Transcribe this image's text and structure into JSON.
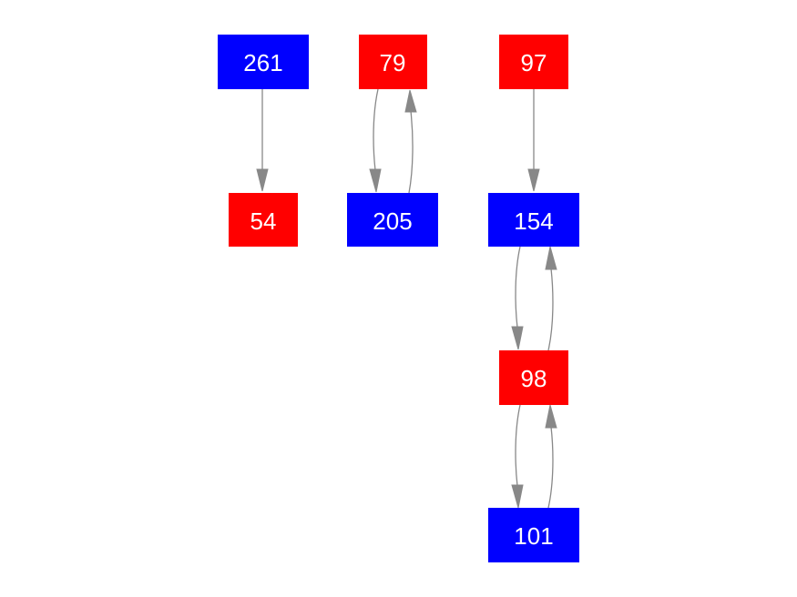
{
  "colors": {
    "red": "#ff0000",
    "blue": "#0000ff",
    "edge": "#888888",
    "label": "#ffffff",
    "background": "#ffffff"
  },
  "nodes": [
    {
      "id": "n261",
      "label": "261",
      "color": "blue"
    },
    {
      "id": "n54",
      "label": "54",
      "color": "red"
    },
    {
      "id": "n79",
      "label": "79",
      "color": "red"
    },
    {
      "id": "n205",
      "label": "205",
      "color": "blue"
    },
    {
      "id": "n97",
      "label": "97",
      "color": "red"
    },
    {
      "id": "n154",
      "label": "154",
      "color": "blue"
    },
    {
      "id": "n98",
      "label": "98",
      "color": "red"
    },
    {
      "id": "n101",
      "label": "101",
      "color": "blue"
    }
  ],
  "edges": [
    {
      "from": "261",
      "to": "54"
    },
    {
      "from": "79",
      "to": "205"
    },
    {
      "from": "205",
      "to": "79"
    },
    {
      "from": "97",
      "to": "154"
    },
    {
      "from": "154",
      "to": "98"
    },
    {
      "from": "98",
      "to": "154"
    },
    {
      "from": "98",
      "to": "101"
    },
    {
      "from": "101",
      "to": "98"
    }
  ]
}
